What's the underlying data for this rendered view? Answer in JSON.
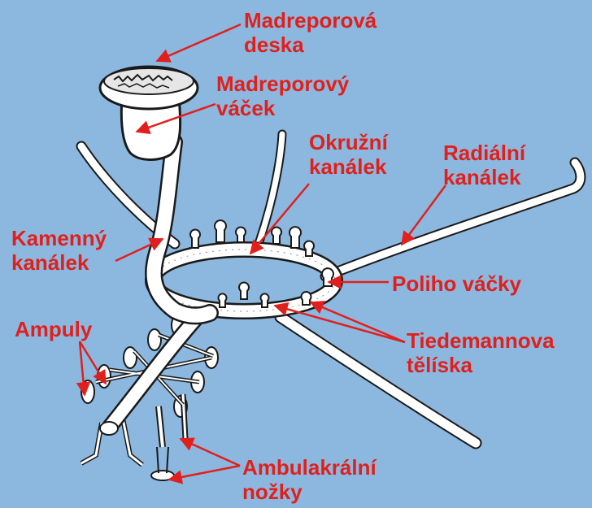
{
  "colors": {
    "background": "#8cb8e0",
    "label": "#e0201c",
    "arrow": "#e0201c",
    "organ_fill": "#ffffff",
    "organ_stroke": "#1a1a1a"
  },
  "labels": {
    "madreporova_deska": [
      "Madreporová",
      "deska"
    ],
    "madreporovy_vacek": [
      "Madreporový",
      "váček"
    ],
    "okruzni_kanalek": [
      "Okružní",
      "kanálek"
    ],
    "radialni_kanalek": [
      "Radiální",
      "kanálek"
    ],
    "kamenny_kanalek": [
      "Kamenný",
      "kanálek"
    ],
    "poliho_vacky": [
      "Poliho váčky"
    ],
    "ampuly": [
      "Ampuly"
    ],
    "tiedemannova_teliska": [
      "Tiedemannova",
      "tělíska"
    ],
    "ambulakralni_nozky": [
      "Ambulakrální",
      "nožky"
    ]
  }
}
